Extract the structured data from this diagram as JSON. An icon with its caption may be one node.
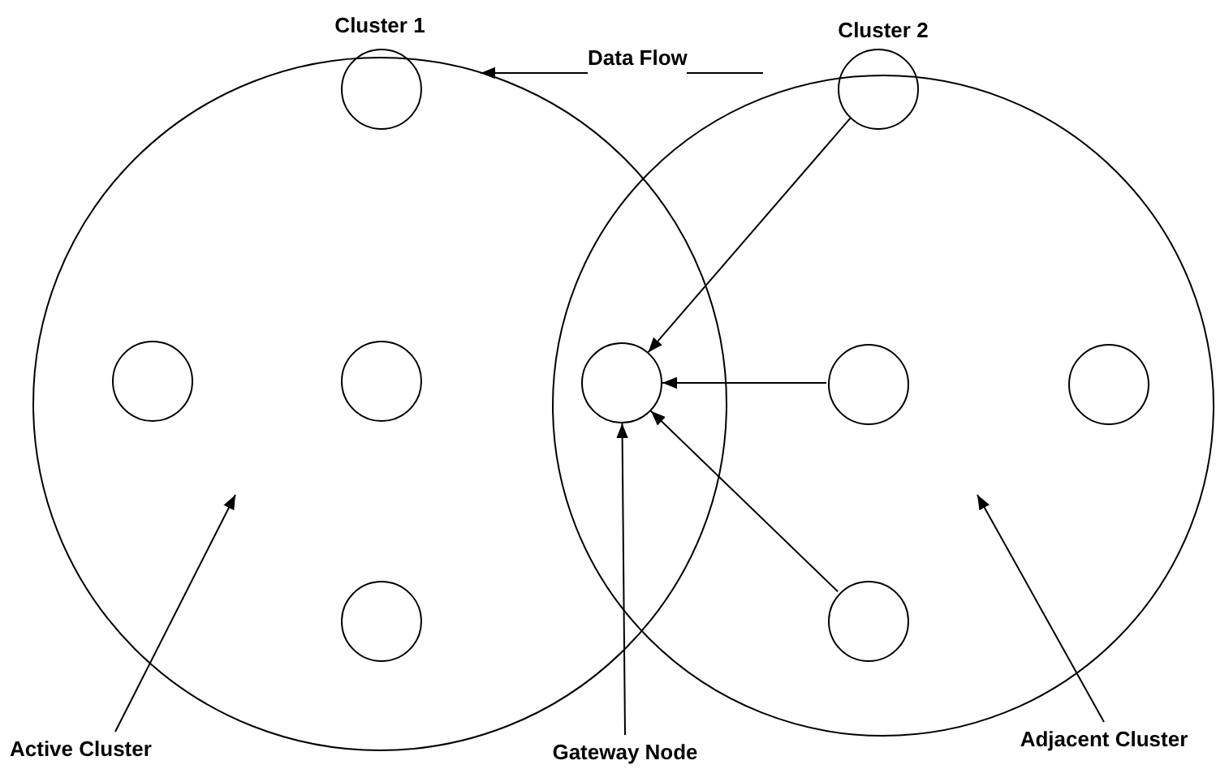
{
  "diagram": {
    "nodes": [
      {
        "text": [
          "Cluster 1"
        ]
      },
      {
        "text": [],
        "shape": "circle",
        "in": 0
      },
      {
        "text": [],
        "shape": "circle",
        "in": 0
      },
      {
        "text": [],
        "shape": "circle",
        "in": 0
      },
      {
        "text": [],
        "shape": "circle",
        "in": 0
      },
      {
        "text": [
          "Cluster 2"
        ]
      },
      {
        "text": [],
        "shape": "circle",
        "in": 5
      },
      {
        "text": [],
        "shape": "circle"
      },
      {
        "text": [],
        "shape": "circle",
        "in": 5
      },
      {
        "text": [],
        "shape": "circle",
        "in": 5
      },
      {
        "text": [],
        "shape": "circle",
        "in": 5
      },
      {
        "text": [
          "Active Cluster"
        ]
      },
      {
        "text": [
          "Gateway Node"
        ]
      },
      {
        "text": [
          "Adjacent Cluster"
        ]
      }
    ],
    "edges": [
      {
        "from": 11,
        "to": 0,
        "arrow": "to"
      },
      {
        "from": 12,
        "to": 7,
        "arrow": "to"
      },
      {
        "from": 13,
        "to": 5,
        "arrow": "to"
      },
      {
        "from": 6,
        "to": 7,
        "arrow": "to"
      },
      {
        "from": 8,
        "to": 7,
        "arrow": "to"
      },
      {
        "from": 10,
        "to": 7,
        "arrow": "to"
      },
      {
        "from": 5,
        "to": 0,
        "arrow": "to",
        "label": "Data Flow"
      }
    ]
  }
}
